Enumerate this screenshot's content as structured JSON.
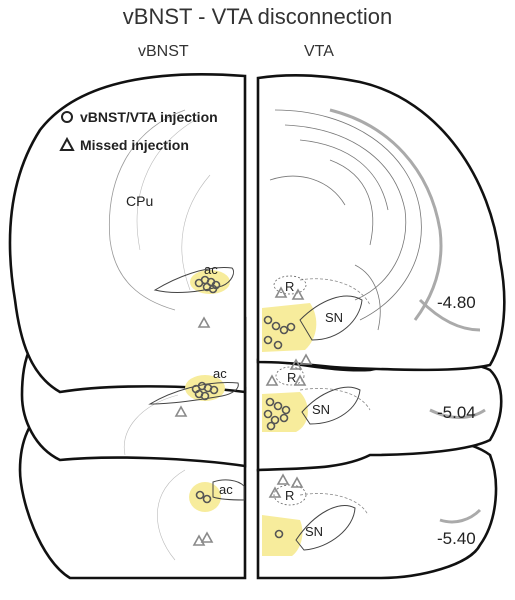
{
  "title": "vBNST - VTA disconnection",
  "columns": {
    "left": "vBNST",
    "right": "VTA"
  },
  "legend": {
    "injection": "vBNST/VTA injection",
    "missed": "Missed injection"
  },
  "region_labels": {
    "cpu": "CPu",
    "ac": "ac",
    "r": "R",
    "sn": "SN"
  },
  "levels": [
    "-4.80",
    "-5.04",
    "-5.40"
  ],
  "colors": {
    "highlight": "#f7ec9c",
    "marker": "#555555",
    "missed_marker": "#8a8a8a",
    "outline": "#111111"
  }
}
